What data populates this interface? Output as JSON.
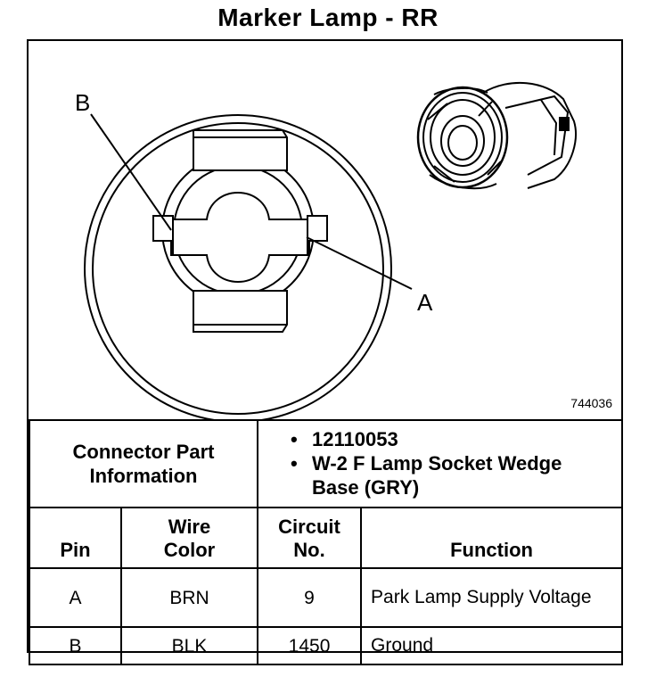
{
  "title": "Marker Lamp - RR",
  "figure_id": "744036",
  "labels": {
    "pin_a": "A",
    "pin_b": "B"
  },
  "connector_info": {
    "label": "Connector Part Information",
    "values": [
      "12110053",
      "W-2 F Lamp Socket Wedge Base (GRY)"
    ]
  },
  "table": {
    "headers": {
      "pin": "Pin",
      "wire_color": "Wire Color",
      "circuit": "Circuit No.",
      "function": "Function"
    },
    "rows": [
      {
        "pin": "A",
        "wire_color": "BRN",
        "circuit": "9",
        "function": "Park Lamp Supply Voltage"
      },
      {
        "pin": "B",
        "wire_color": "BLK",
        "circuit": "1450",
        "function": "Ground"
      }
    ]
  }
}
